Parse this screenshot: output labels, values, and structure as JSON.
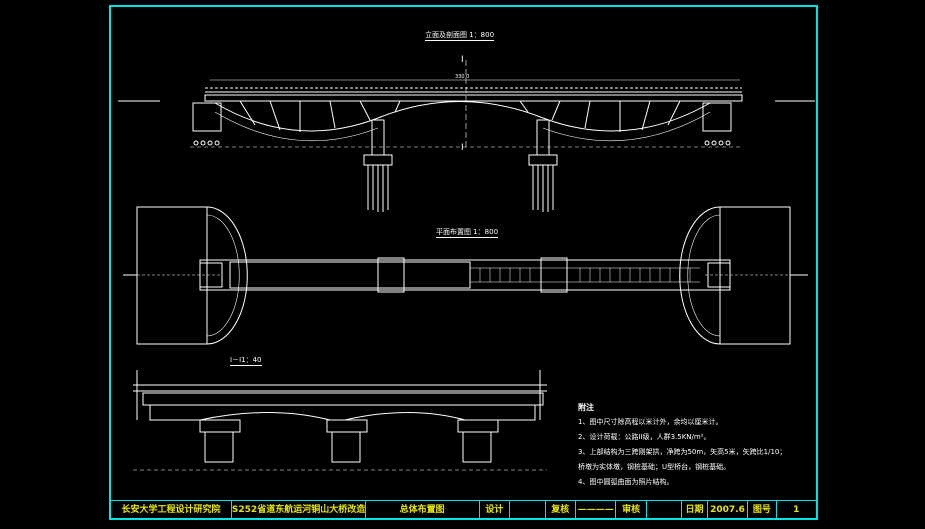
{
  "drawing": {
    "elevation_title": "立面及剖面图  1：800",
    "plan_title": "平面布置图  1：800",
    "section_title": "I－I1：40",
    "section_mark": "I",
    "elevation_dim": "330.0",
    "colors": {
      "frame": "#00e5e5",
      "title_text": "#e6e600",
      "lines": "#ffffff",
      "background": "#000000"
    }
  },
  "notes": {
    "heading": "附注",
    "items": [
      "1、图中尺寸除高程以米计外，余均以厘米计。",
      "2、设计荷载：公路II级，人群3.5KN/m²。",
      "3、上部结构为三跨刚架拱，净跨为50m，矢高5米，矢跨比1/10；",
      "   桥墩为实体墩，钢桩基础；U型桥台，钢桩基础。",
      "4、图中圆弧曲面为照片结构。"
    ]
  },
  "title_block": {
    "institute": "长安大学工程设计研究院",
    "project": "S252省道东航运河铜山大桥改造",
    "drawing_name": "总体布置图",
    "design_label": "设计",
    "review_label": "复核",
    "review_value": "————",
    "audit_label": "审核",
    "date_label": "日期",
    "date_value": "2007.6",
    "sheet_label": "图号",
    "sheet_value": "1"
  }
}
